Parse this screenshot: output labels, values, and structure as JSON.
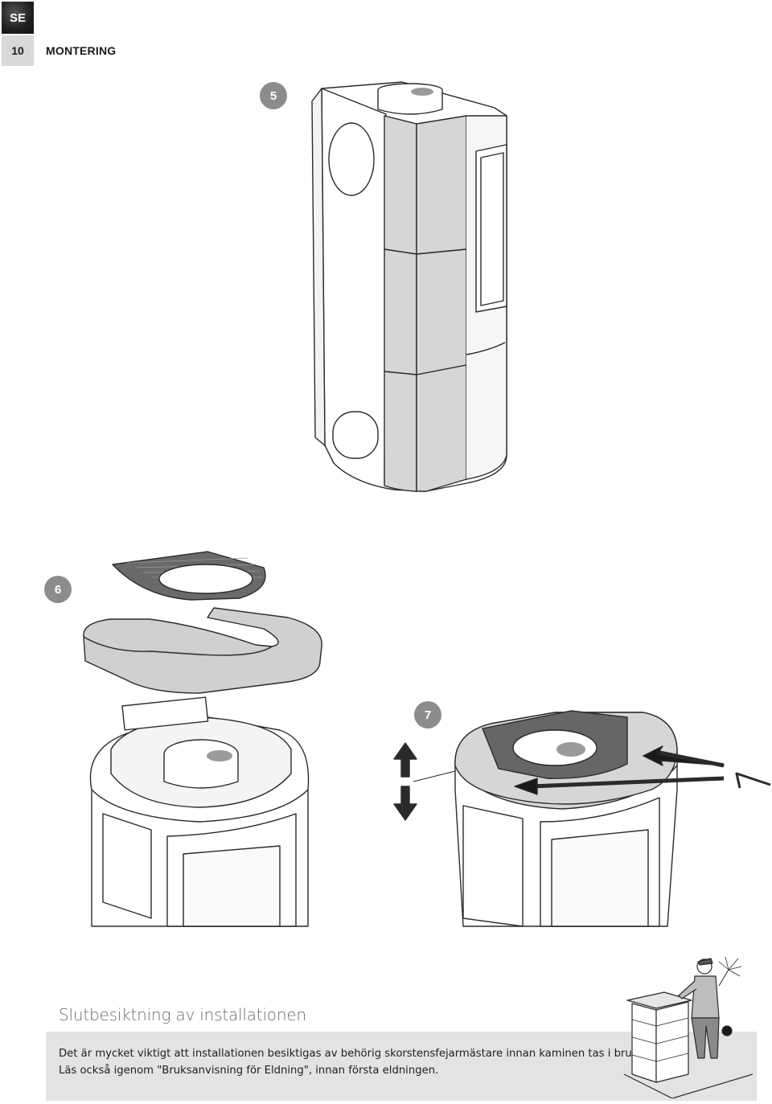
{
  "header": {
    "language": "SE",
    "page_number": "10",
    "section": "MONTERING"
  },
  "steps": [
    {
      "number": "5",
      "icon": "stove-with-side-panels-illustration"
    },
    {
      "number": "6",
      "icon": "top-plate-and-stone-ring-exploded-illustration"
    },
    {
      "number": "7",
      "icon": "top-plate-mounted-with-hex-key-illustration"
    }
  ],
  "final_inspection": {
    "title": "Slutbesiktning av installationen",
    "lines": [
      "Det är mycket viktigt att installationen besiktigas av behörig skorstensfejarmästare innan kaminen tas i bruk.",
      "Läs också igenom \"Bruksanvisning för Eldning\", innan första eldningen."
    ],
    "icon": "chimney-sweep-illustration"
  },
  "colors": {
    "badge": "#8c8c8c",
    "stone_panel": "#d6d6d6",
    "info_box": "#e3e3e3",
    "tab": "#222222"
  }
}
